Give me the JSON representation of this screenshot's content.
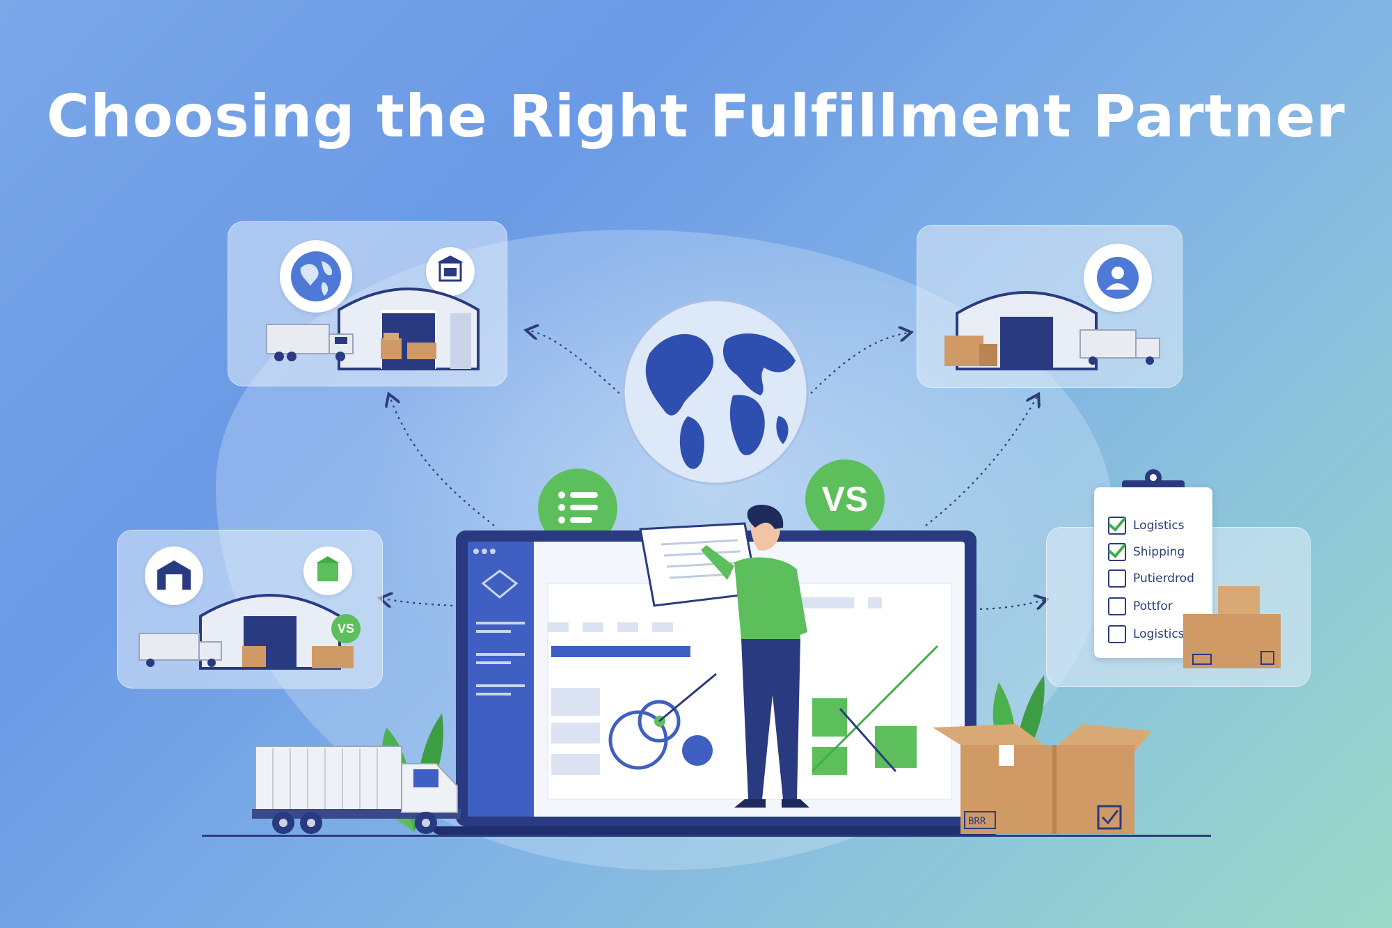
{
  "title": "Choosing the Right Fulfillment Partner",
  "badges": {
    "vs_large": "VS",
    "vs_small": "VS"
  },
  "checklist": {
    "items": [
      {
        "label": "Logistics",
        "checked": true
      },
      {
        "label": "Shipping",
        "checked": true
      },
      {
        "label": "Putierdrod",
        "checked": false
      },
      {
        "label": "Pottfor",
        "checked": false
      },
      {
        "label": "Logistics",
        "checked": false
      }
    ]
  },
  "box_label": "BRR",
  "icons": [
    "globe-icon",
    "warehouse-icon",
    "truck-icon",
    "list-icon",
    "vs-badge-icon",
    "checklist-icon",
    "laptop-icon",
    "person-icon",
    "cardboard-box-icon",
    "plant-icon",
    "bank-icon"
  ],
  "colors": {
    "accent_green": "#5cbf5c",
    "navy": "#2a3a80",
    "blue": "#3f5fc2",
    "box": "#cf9a65"
  }
}
